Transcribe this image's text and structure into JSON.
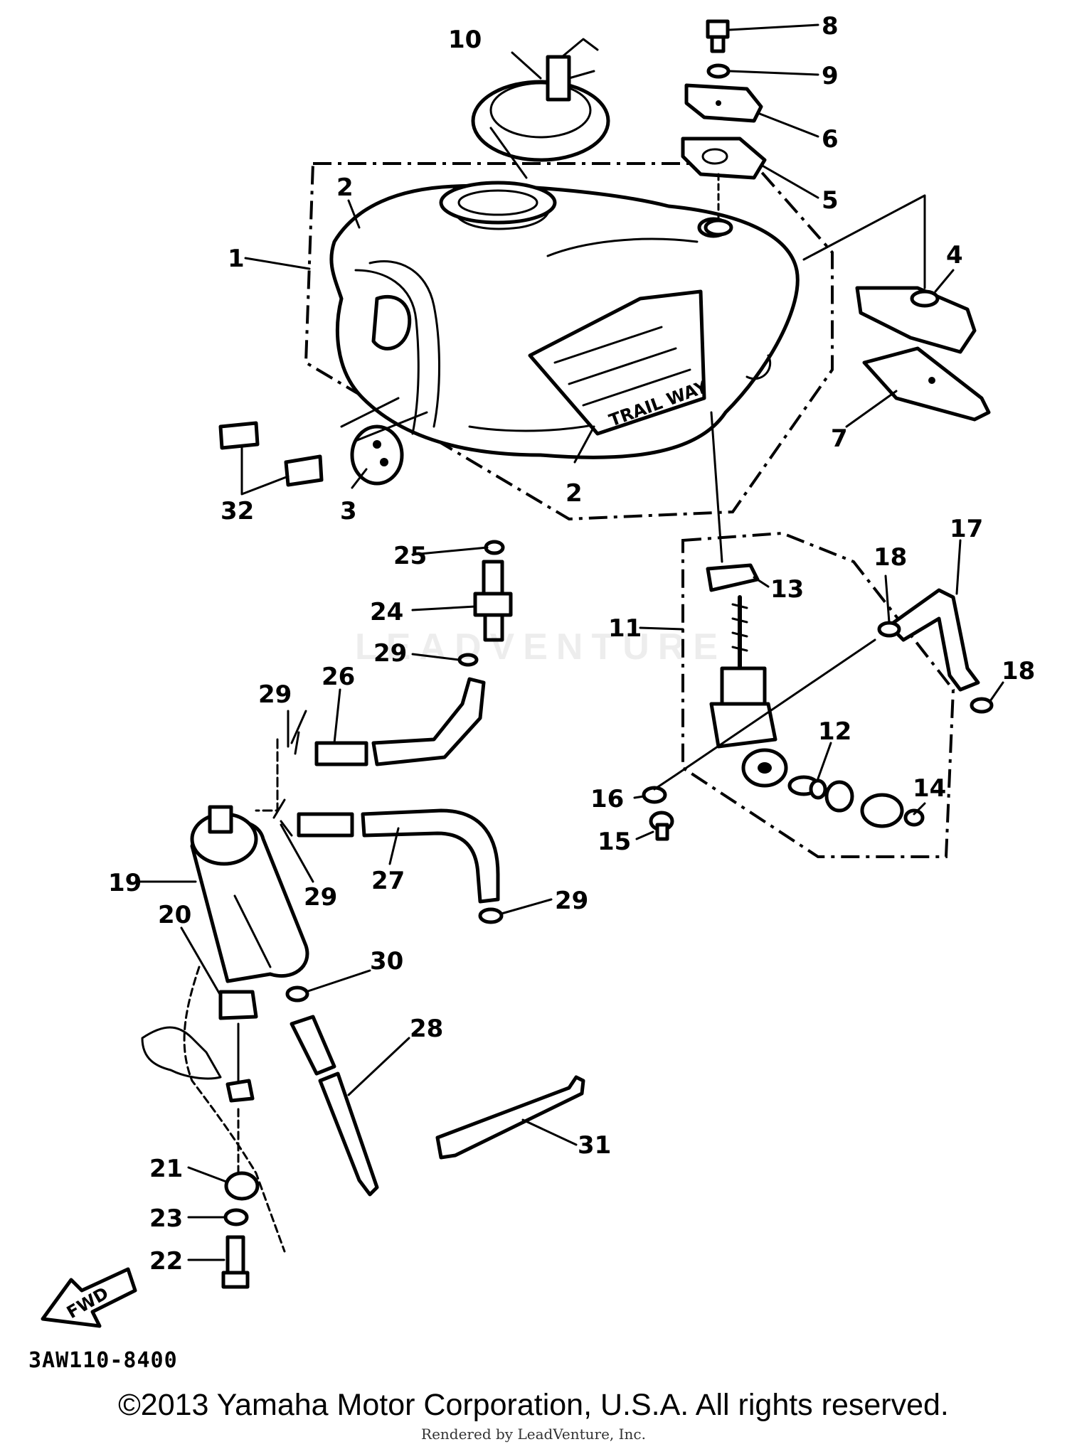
{
  "diagram": {
    "callouts": [
      "1",
      "2",
      "2",
      "3",
      "4",
      "5",
      "6",
      "7",
      "8",
      "9",
      "10",
      "11",
      "12",
      "13",
      "14",
      "15",
      "16",
      "17",
      "18",
      "18",
      "19",
      "20",
      "21",
      "22",
      "23",
      "24",
      "25",
      "26",
      "27",
      "28",
      "29",
      "29",
      "29",
      "29",
      "30",
      "31",
      "32"
    ],
    "tank_badge": "TRAIL WAY",
    "fwd_arrow": "FWD",
    "watermark": "LEADVENTURE",
    "diagram_code": "3AW110-8400"
  },
  "footer": {
    "copyright": "©2013 Yamaha Motor Corporation, U.S.A. All rights reserved.",
    "rendered_by": "Rendered by LeadVenture, Inc."
  }
}
